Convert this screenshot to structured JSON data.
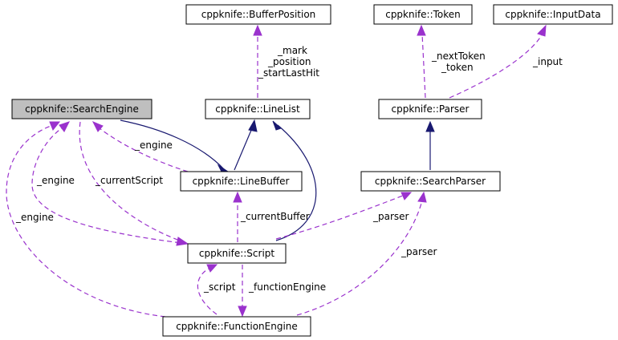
{
  "nodes": {
    "search_engine": "cppknife::SearchEngine",
    "buffer_position": "cppknife::BufferPosition",
    "token": "cppknife::Token",
    "input_data": "cppknife::InputData",
    "line_list": "cppknife::LineList",
    "parser": "cppknife::Parser",
    "line_buffer": "cppknife::LineBuffer",
    "search_parser": "cppknife::SearchParser",
    "script": "cppknife::Script",
    "function_engine": "cppknife::FunctionEngine"
  },
  "edge_labels": {
    "mark": "_mark",
    "position": "_position",
    "start_last_hit": "_startLastHit",
    "next_token": "_nextToken",
    "token": "_token",
    "input": "_input",
    "engine_linebuffer": "_engine",
    "engine_script": "_engine",
    "current_script": "_currentScript",
    "engine_function": "_engine",
    "current_buffer": "_currentBuffer",
    "parser_script": "_parser",
    "parser_function": "_parser",
    "script_function": "_script",
    "function_engine": "_functionEngine"
  },
  "colors": {
    "inheritance_edge": "#191970",
    "usage_edge": "#9a32cd",
    "highlight_node": "#bfbfbf"
  }
}
